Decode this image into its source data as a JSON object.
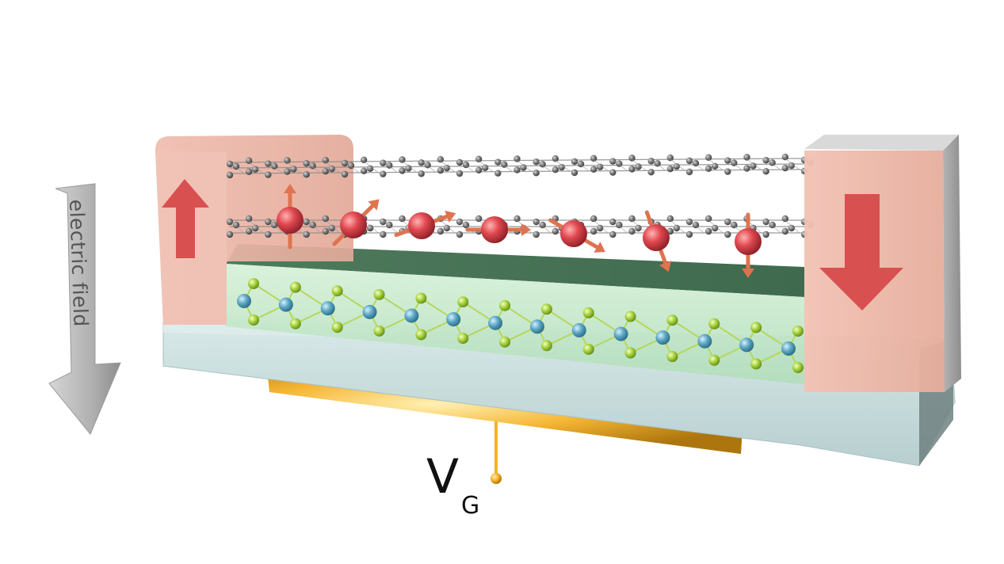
{
  "labels": {
    "electric_field": "electric field",
    "gate_voltage": "V",
    "gate_voltage_subscript": "G"
  },
  "colors": {
    "substrate": "#c7dcdc",
    "dielectric": "#bfe6c8",
    "contact": "#e8b1a3",
    "contact_arrow": "#d95050",
    "gate": "#f5b229",
    "spin_atom": "#d9434a",
    "spin_arrow": "#e0734f",
    "graphene_atom": "#6e6e6e",
    "metal_atom": "#5aa6c3",
    "chalcogen_atom": "#a6d13d",
    "field_arrow": "#b3b3b3"
  },
  "icons": {
    "left_contact_arrow": "arrow-up-icon",
    "right_contact_arrow": "arrow-down-icon",
    "field_arrow": "arrow-down-icon"
  },
  "spins": {
    "directions_deg": [
      0,
      45,
      70,
      90,
      120,
      160,
      180
    ]
  }
}
